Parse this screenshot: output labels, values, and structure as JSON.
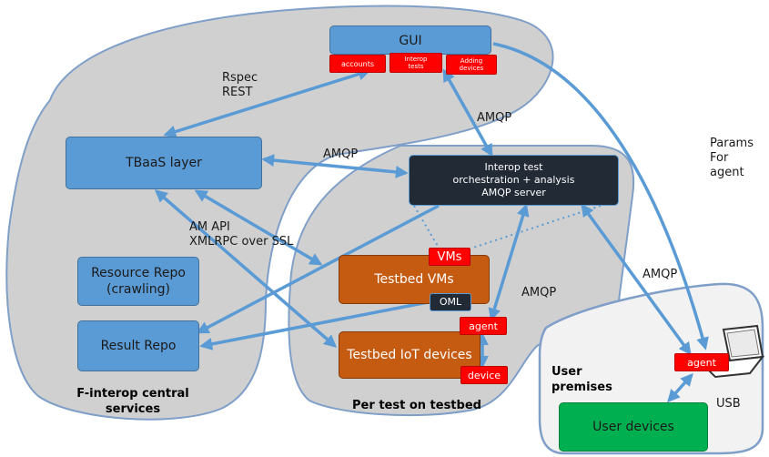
{
  "regions": {
    "central": "F-interop central\nservices",
    "testbed": "Per test on testbed",
    "premises": "User\npremises"
  },
  "boxes": {
    "gui": "GUI",
    "tbaas": "TBaaS layer",
    "orchestrator": "Interop test\norchestration + analysis\nAMQP server",
    "resource_repo": "Resource Repo\n(crawling)",
    "result_repo": "Result Repo",
    "testbed_vms": "Testbed VMs",
    "testbed_iot": "Testbed IoT devices",
    "user_devices": "User devices"
  },
  "tags": {
    "accounts": "accounts",
    "interop_tests": "Interop\ntests",
    "adding_devices": "Adding\ndevices",
    "vms": "VMs",
    "oml": "OML",
    "agent_testbed": "agent",
    "device": "device",
    "agent_user": "agent"
  },
  "edge_labels": {
    "rspec_rest": "Rspec\nREST",
    "amqp_gui": "AMQP",
    "amqp_tbaas": "AMQP",
    "am_api": "AM API\nXMLRPC over SSL",
    "amqp_testbed": "AMQP",
    "amqp_user": "AMQP",
    "params_agent": "Params\nFor\nagent",
    "usb": "USB"
  },
  "colors": {
    "region_fill": "#d0d0d0",
    "region_stroke": "#7f9fc8",
    "premises_fill": "#f2f2f2",
    "arrow": "#5b9bd5",
    "box_blue": "#5b9bd5",
    "box_dark": "#222a35",
    "box_orange": "#c55a11",
    "box_green": "#00b050",
    "tag_red": "#ff0000"
  },
  "icons": {
    "laptop": "laptop-icon"
  }
}
